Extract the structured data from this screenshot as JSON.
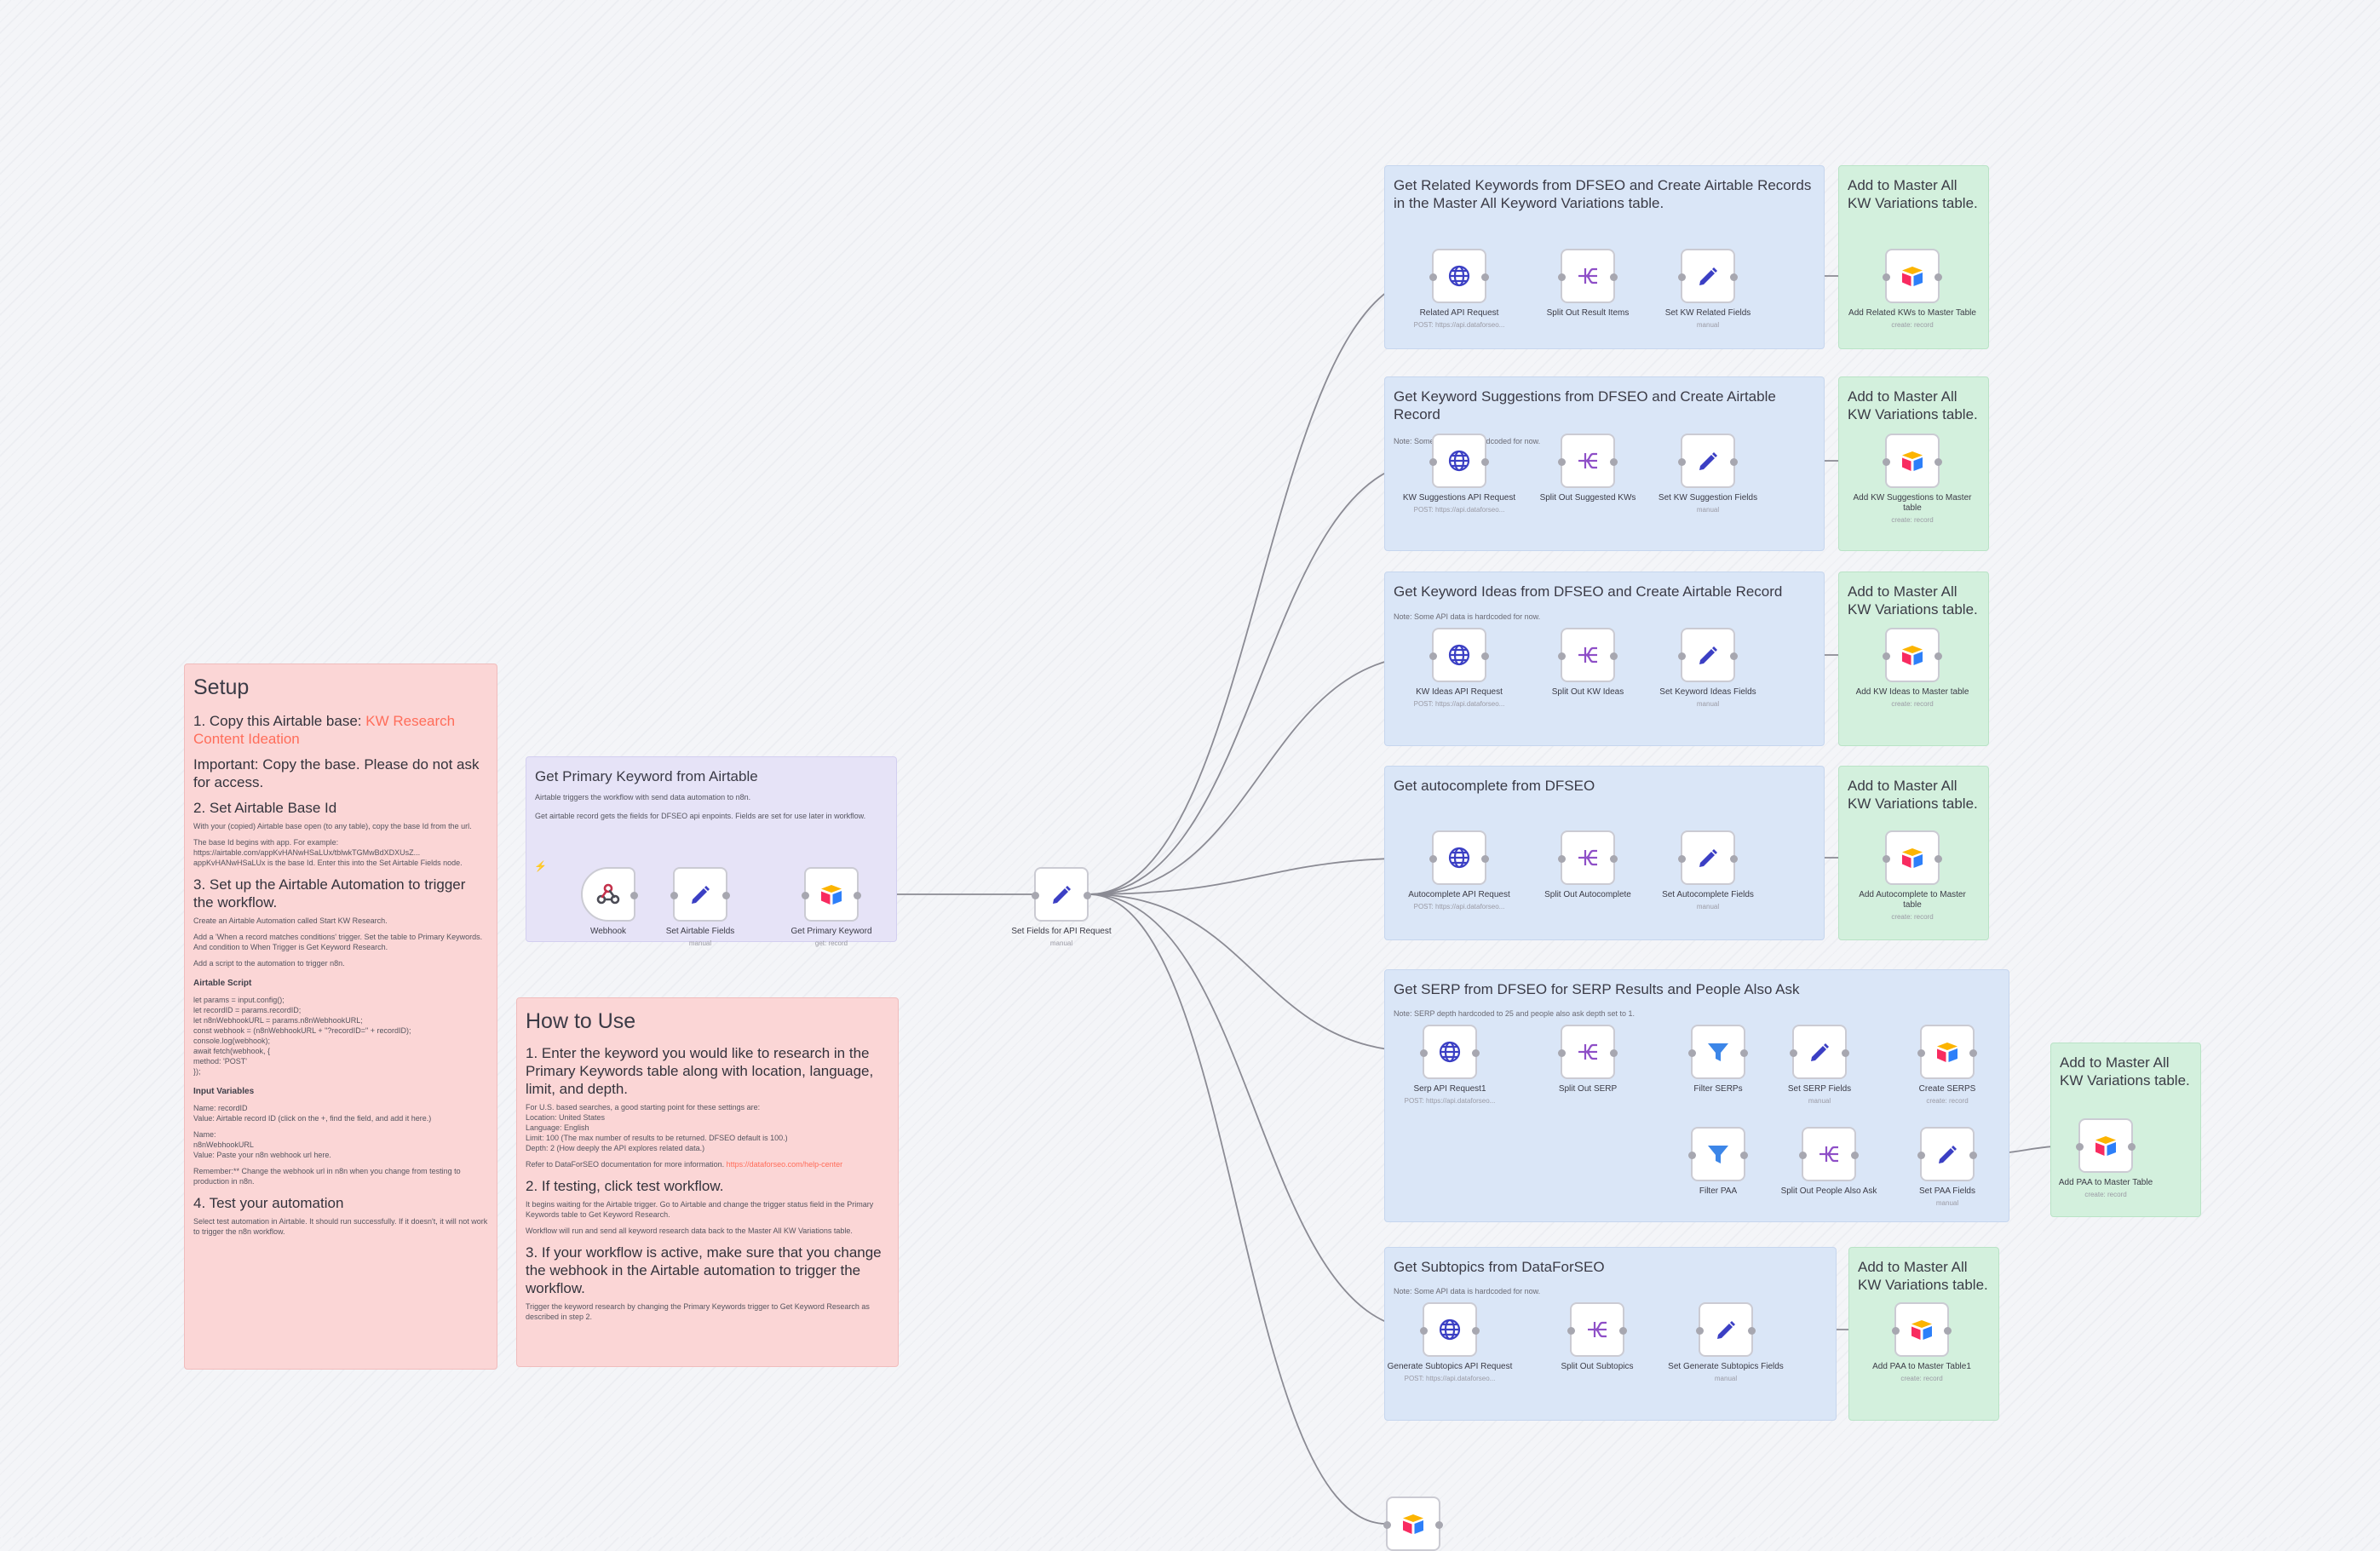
{
  "setup": {
    "title": "Setup",
    "step1_prefix": "1. Copy this Airtable base: ",
    "step1_link": "KW Research Content Ideation",
    "important": "Important: Copy the base. Please do not ask for access.",
    "step2_title": "2. Set Airtable Base Id",
    "step2_p1": "With your (copied) Airtable base open (to any table), copy the base Id from the url.",
    "step2_p2_prefix": "The base Id begins with app. For example:",
    "step2_p2_link": "https://airtable.com/appKvHANwHSaLUx/tblwkTGMwBdXDXUsZ...",
    "step2_p3": "appKvHANwHSaLUx is the base Id. Enter this into the Set Airtable Fields node.",
    "step3_title": "3. Set up the Airtable Automation to trigger the workflow.",
    "step3_p1": "Create an Airtable Automation called Start KW Research.",
    "step3_p2": "Add a 'When a record matches conditions' trigger. Set the table to Primary Keywords. And condition to When Trigger is Get Keyword Research.",
    "step3_p3": "Add a script to the automation to trigger n8n.",
    "script_title": "Airtable Script",
    "script_code": "let params = input.config();\nlet recordID = params.recordID;\nlet n8nWebhookURL = params.n8nWebhookURL;\nconst webhook = (n8nWebhookURL + \"?recordID=\" + recordID);\nconsole.log(webhook);\nawait fetch(webhook, {\nmethod: 'POST'\n});",
    "inputs_title": "Input Variables",
    "inputs_p1": "Name: recordID\nValue: Airtable record ID (click on the +, find the field, and add it here.)",
    "inputs_p2": "Name:\nn8nWebhookURL\nValue: Paste your n8n webhook url here.",
    "inputs_p3": "Remember:** Change the webhook url in n8n when you change from testing to production in n8n.",
    "step4_title": "4. Test your automation",
    "step4_p1": "Select test automation in Airtable. It should run successfully. If it doesn't, it will not work to trigger the n8n workflow."
  },
  "primary": {
    "title": "Get Primary Keyword from Airtable",
    "p1": "Airtable triggers the workflow with send data automation to n8n.",
    "p2": "Get airtable record gets the fields for DFSEO api enpoints. Fields are set for use later in workflow."
  },
  "howto": {
    "title": "How to Use",
    "h1": "1. Enter the keyword you would like to research in the Primary Keywords table along with location, language, limit, and depth.",
    "p1": "For U.S. based searches, a good starting point for these settings are:\nLocation: United States\nLanguage: English\nLimit: 100 (The max number of results to be returned. DFSEO default is 100.)\nDepth: 2 (How deeply the API explores related data.)",
    "p2_prefix": "Refer to DataForSEO documentation for more information. ",
    "p2_link": "https://dataforseo.com/help-center",
    "h2": "2. If testing, click test workflow.",
    "p3": "It begins waiting for the Airtable trigger. Go to Airtable and change the trigger status field in the Primary Keywords table to Get Keyword Research.",
    "p4": "Workflow will run and send all keyword research data back to the Master All KW Variations table.",
    "h3": "3. If your workflow is active, make sure that you change the webhook in the Airtable automation to trigger the workflow.",
    "p5": "Trigger the keyword research by changing the Primary Keywords trigger to Get Keyword Research as described in step 2."
  },
  "groups": {
    "related": {
      "title": "Get Related Keywords from DFSEO and Create Airtable Records in the Master All Keyword Variations table."
    },
    "suggest": {
      "title": "Get Keyword Suggestions from DFSEO and Create Airtable Record",
      "note": "Note: Some API data is hardcoded for now."
    },
    "ideas": {
      "title": "Get Keyword Ideas from DFSEO and Create Airtable Record",
      "note": "Note: Some API data is hardcoded for now."
    },
    "auto": {
      "title": "Get autocomplete from DFSEO"
    },
    "serp": {
      "title": "Get SERP from DFSEO for SERP Results and People Also Ask",
      "note": "Note: SERP depth hardcoded to 25 and people also ask depth set to 1."
    },
    "subtopics": {
      "title": "Get Subtopics from DataForSEO",
      "note": "Note: Some API data is hardcoded for now."
    },
    "master_title": "Add to Master All KW Variations table."
  },
  "nodes": {
    "webhook": {
      "label": "Webhook",
      "icon": "webhook-icon"
    },
    "set_airtable": {
      "label": "Set Airtable Fields",
      "sub": "manual",
      "icon": "pencil-icon"
    },
    "get_primary": {
      "label": "Get Primary Keyword",
      "sub": "get: record",
      "icon": "airtable-icon"
    },
    "set_api": {
      "label": "Set Fields for API Request",
      "sub": "manual",
      "icon": "pencil-icon"
    },
    "related_api": {
      "label": "Related API Request",
      "sub": "POST: https://api.dataforseo...",
      "icon": "globe-icon"
    },
    "split_related": {
      "label": "Split Out Result Items",
      "icon": "split-icon"
    },
    "set_related": {
      "label": "Set KW Related Fields",
      "sub": "manual",
      "icon": "pencil-icon"
    },
    "add_related": {
      "label": "Add Related KWs to Master Table",
      "sub": "create: record",
      "icon": "airtable-icon"
    },
    "sugg_api": {
      "label": "KW Suggestions API Request",
      "sub": "POST: https://api.dataforseo...",
      "icon": "globe-icon"
    },
    "split_sugg": {
      "label": "Split Out Suggested KWs",
      "icon": "split-icon"
    },
    "set_sugg": {
      "label": "Set KW Suggestion Fields",
      "sub": "manual",
      "icon": "pencil-icon"
    },
    "add_sugg": {
      "label": "Add KW Suggestions to Master table",
      "sub": "create: record",
      "icon": "airtable-icon"
    },
    "ideas_api": {
      "label": "KW Ideas API Request",
      "sub": "POST: https://api.dataforseo...",
      "icon": "globe-icon"
    },
    "split_ideas": {
      "label": "Split Out KW Ideas",
      "icon": "split-icon"
    },
    "set_ideas": {
      "label": "Set Keyword Ideas Fields",
      "sub": "manual",
      "icon": "pencil-icon"
    },
    "add_ideas": {
      "label": "Add KW Ideas to Master table",
      "sub": "create: record",
      "icon": "airtable-icon"
    },
    "auto_api": {
      "label": "Autocomplete API Request",
      "sub": "POST: https://api.dataforseo...",
      "icon": "globe-icon"
    },
    "split_auto": {
      "label": "Split Out Autocomplete",
      "icon": "split-icon"
    },
    "set_auto": {
      "label": "Set Autocomplete Fields",
      "sub": "manual",
      "icon": "pencil-icon"
    },
    "add_auto": {
      "label": "Add Autocomplete to Master table",
      "sub": "create: record",
      "icon": "airtable-icon"
    },
    "serp_api": {
      "label": "Serp API Request1",
      "sub": "POST: https://api.dataforseo...",
      "icon": "globe-icon"
    },
    "split_serp": {
      "label": "Split Out SERP",
      "icon": "split-icon"
    },
    "filter_serps": {
      "label": "Filter SERPs",
      "icon": "filter-icon"
    },
    "set_serp": {
      "label": "Set SERP Fields",
      "sub": "manual",
      "icon": "pencil-icon"
    },
    "create_serps": {
      "label": "Create SERPS",
      "sub": "create: record",
      "icon": "airtable-icon"
    },
    "filter_paa": {
      "label": "Filter PAA",
      "icon": "filter-icon"
    },
    "split_paa": {
      "label": "Split Out People Also Ask",
      "icon": "split-icon"
    },
    "set_paa": {
      "label": "Set PAA Fields",
      "sub": "manual",
      "icon": "pencil-icon"
    },
    "add_paa": {
      "label": "Add PAA to Master Table",
      "sub": "create: record",
      "icon": "airtable-icon"
    },
    "sub_api": {
      "label": "Generate Subtopics API Request",
      "sub": "POST: https://api.dataforseo...",
      "icon": "globe-icon"
    },
    "split_sub": {
      "label": "Split Out Subtopics",
      "icon": "split-icon"
    },
    "set_sub": {
      "label": "Set Generate Subtopics Fields",
      "sub": "manual",
      "icon": "pencil-icon"
    },
    "add_paa1": {
      "label": "Add PAA to Master Table1",
      "sub": "create: record",
      "icon": "airtable-icon"
    },
    "bottom_air": {
      "label": "",
      "icon": "airtable-icon"
    }
  },
  "colors": {
    "accent": "#ff6d5a",
    "pencil": "#3b3fc4",
    "globe": "#3b3fc4",
    "split": "#8e4fc7",
    "filter": "#3c86e8",
    "airtable_yellow": "#fcb400",
    "airtable_red": "#f82b60",
    "airtable_blue": "#2d7ff9",
    "edge": "#8b8b94"
  }
}
